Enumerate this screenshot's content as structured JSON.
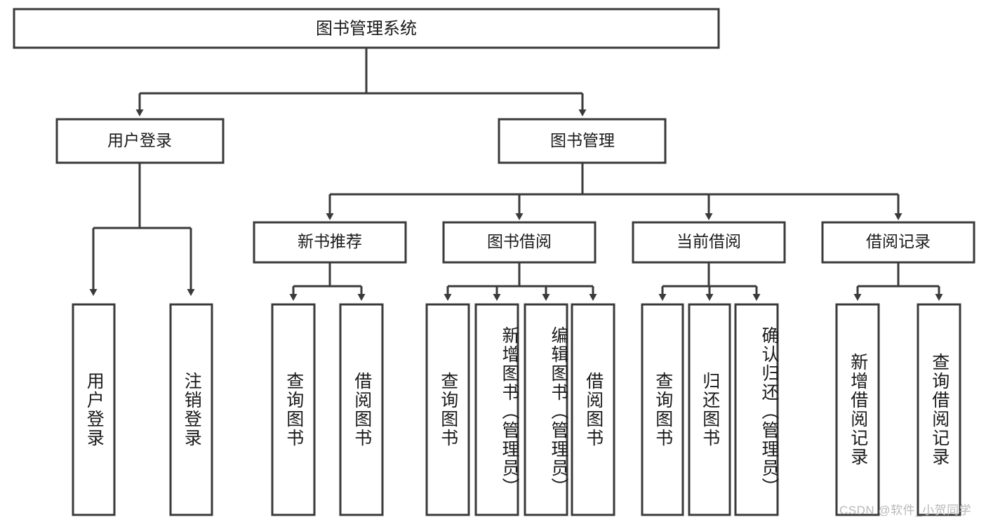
{
  "diagram": {
    "type": "tree-hierarchy",
    "title": "图书管理系统",
    "root": {
      "label": "图书管理系统",
      "level": 1
    },
    "level2": [
      {
        "id": "user-login",
        "label": "用户登录"
      },
      {
        "id": "book-manage",
        "label": "图书管理"
      }
    ],
    "level3": [
      {
        "id": "new-book-recommend",
        "label": "新书推荐",
        "parent": "book-manage"
      },
      {
        "id": "book-borrow",
        "label": "图书借阅",
        "parent": "book-manage"
      },
      {
        "id": "current-borrow",
        "label": "当前借阅",
        "parent": "book-manage"
      },
      {
        "id": "borrow-record",
        "label": "借阅记录",
        "parent": "book-manage"
      }
    ],
    "leaves": [
      {
        "id": "leaf-user-login",
        "label": "用户登录",
        "parent": "user-login",
        "align": "center"
      },
      {
        "id": "leaf-logout-login",
        "label": "注销登录",
        "parent": "user-login",
        "align": "center"
      },
      {
        "id": "leaf-query-book-1",
        "label": "查询图书",
        "parent": "new-book-recommend",
        "align": "center"
      },
      {
        "id": "leaf-borrow-book-1",
        "label": "借阅图书",
        "parent": "new-book-recommend",
        "align": "center"
      },
      {
        "id": "leaf-query-book-2",
        "label": "查询图书",
        "parent": "book-borrow",
        "align": "center"
      },
      {
        "id": "leaf-add-book-admin",
        "label": "新增图书（管理员）",
        "parent": "book-borrow",
        "align": "top"
      },
      {
        "id": "leaf-edit-book-admin",
        "label": "编辑图书（管理员）",
        "parent": "book-borrow",
        "align": "top"
      },
      {
        "id": "leaf-borrow-book-2",
        "label": "借阅图书",
        "parent": "book-borrow",
        "align": "center"
      },
      {
        "id": "leaf-query-book-3",
        "label": "查询图书",
        "parent": "current-borrow",
        "align": "center"
      },
      {
        "id": "leaf-return-book",
        "label": "归还图书",
        "parent": "current-borrow",
        "align": "center"
      },
      {
        "id": "leaf-confirm-return-admin",
        "label": "确认归还（管理员）",
        "parent": "current-borrow",
        "align": "top"
      },
      {
        "id": "leaf-add-borrow-record",
        "label": "新增借阅记录",
        "parent": "borrow-record",
        "align": "center"
      },
      {
        "id": "leaf-query-borrow-record",
        "label": "查询借阅记录",
        "parent": "borrow-record",
        "align": "center"
      }
    ]
  },
  "watermark": {
    "text": "CSDN @软件_小贺同学"
  },
  "colors": {
    "stroke": "#3a3a3a",
    "box_fill": "#ffffff",
    "text": "#1a1a1a",
    "background": "#ffffff",
    "watermark": "#b8b8b8"
  }
}
